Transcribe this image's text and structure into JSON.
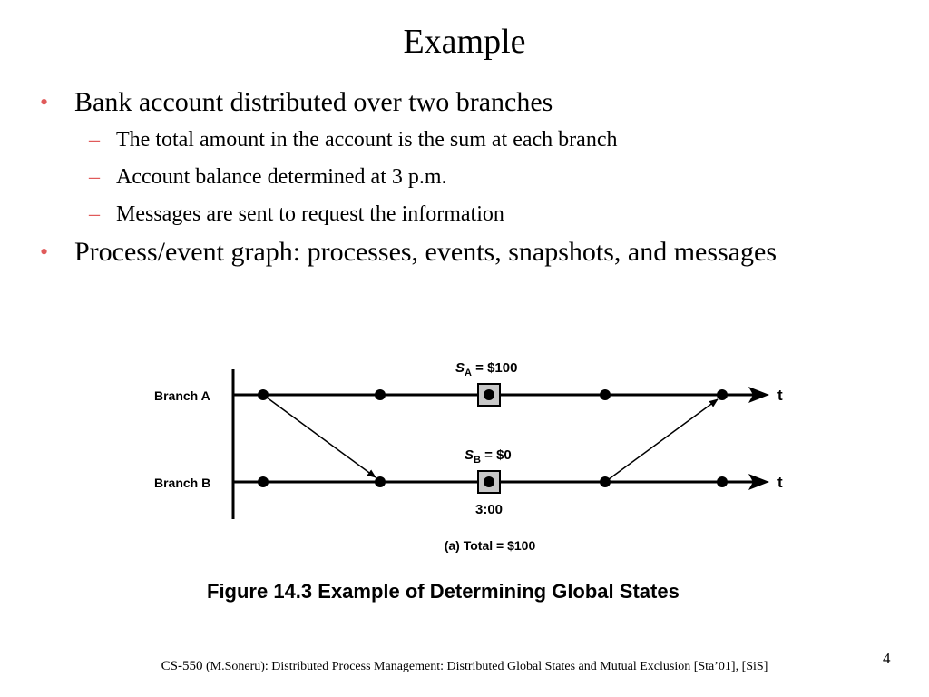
{
  "title": "Example",
  "bullets": [
    {
      "text": "Bank account distributed over two branches",
      "subs": [
        "The total amount in the account is the sum at each branch",
        "Account balance determined at 3 p.m.",
        "Messages are sent to request the information"
      ]
    },
    {
      "text": "Process/event graph: processes, events, snapshots, and messages"
    }
  ],
  "bullet_glyph": "•",
  "sub_glyph": "–",
  "accent_color": "#e05a5a",
  "figure": {
    "branch_a_label": "Branch A",
    "branch_b_label": "Branch B",
    "time_label_a": "t",
    "time_label_b": "t",
    "snapshot_a": {
      "s": "S",
      "sub": "A",
      "rest": " = $100"
    },
    "snapshot_b": {
      "s": "S",
      "sub": "B",
      "rest": " = $0"
    },
    "time_mark": "3:00",
    "subcaption": "(a) Total = $100",
    "caption": "Figure 14.3  Example of Determining Global States"
  },
  "footer": {
    "course": "CS-550",
    "rest": " (M.Soneru): Distributed Process Management:  Distributed Global States and Mutual Exclusion [Sta’01], [SiS]"
  },
  "page_number": "4"
}
